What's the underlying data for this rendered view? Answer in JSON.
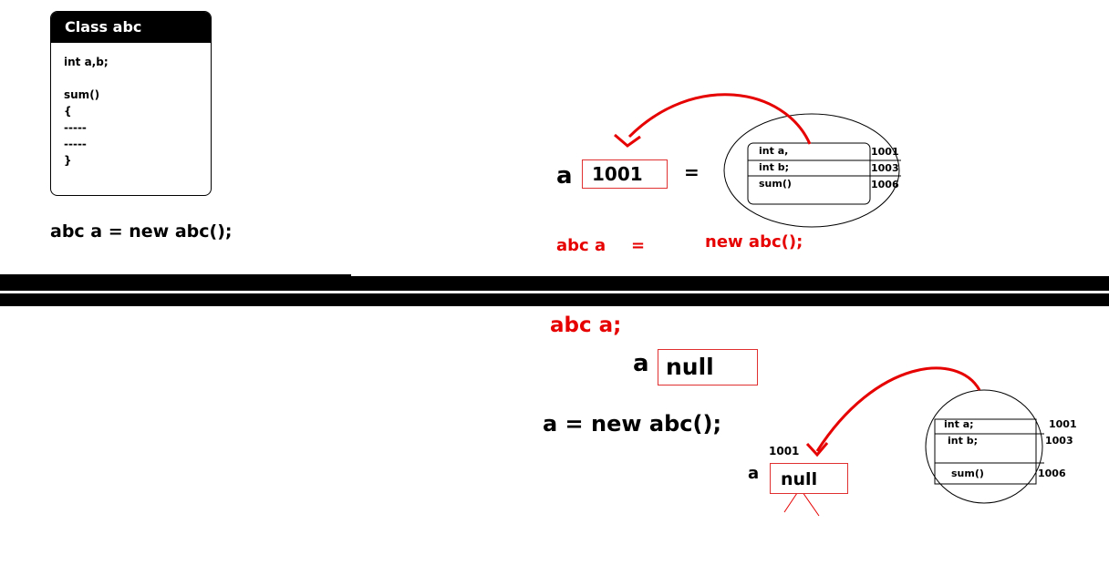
{
  "class_card": {
    "title": "Class abc",
    "lines": [
      "int a,b;",
      "",
      "sum()",
      "{",
      "-----",
      "-----",
      "}"
    ]
  },
  "top_section": {
    "declaration": "abc a = new abc();",
    "var_label": "a",
    "var_value": "1001",
    "equals": "=",
    "object_fields": [
      "int a,",
      "int b;",
      "sum()"
    ],
    "addresses": [
      "1001",
      "1003",
      "1006"
    ],
    "caption_left": "abc a",
    "caption_equals": "=",
    "caption_right": "new abc();"
  },
  "bottom_section": {
    "declaration": "abc a;",
    "var_label": "a",
    "var_value": "null",
    "assignment": "a = new abc();",
    "var2_label": "a",
    "var2_value": "null",
    "var2_address": "1001",
    "object_fields": [
      "int a;",
      "int b;",
      "sum()"
    ],
    "addresses": [
      "1001",
      "1003",
      "1006"
    ]
  },
  "colors": {
    "accent": "#e60000",
    "ink": "#000000",
    "box_border": "#e03030"
  }
}
